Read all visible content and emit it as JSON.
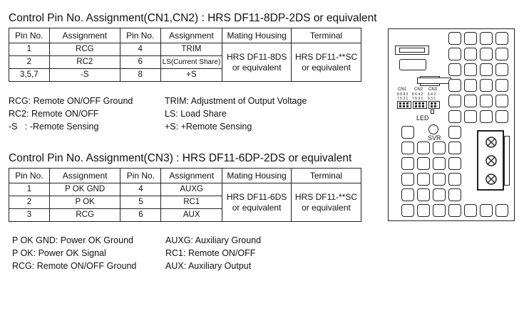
{
  "section1": {
    "title": "Control Pin No. Assignment(CN1,CN2) : HRS DF11-8DP-2DS or equivalent",
    "headers": [
      "Pin No.",
      "Assignment",
      "Pin No.",
      "Assignment",
      "Mating Housing",
      "Terminal"
    ],
    "rows": [
      [
        "1",
        "RCG",
        "4",
        "TRIM"
      ],
      [
        "2",
        "RC2",
        "6",
        "LS(Current Share)"
      ],
      [
        "3,5,7",
        "-S",
        "8",
        "+S"
      ]
    ],
    "housing": [
      "HRS DF11-8DS",
      "or equivalent"
    ],
    "terminal": [
      "HRS DF11-**SC",
      "or equivalent"
    ],
    "notes_left": [
      "RCG: Remote ON/OFF Ground",
      "RC2: Remote ON/OFF",
      "-S   : -Remote Sensing"
    ],
    "notes_right": [
      "TRIM: Adjustment of Output  Voltage",
      "LS: Load Share",
      "+S: +Remote Sensing"
    ]
  },
  "section2": {
    "title": "Control Pin No. Assignment(CN3) : HRS DF11-6DP-2DS or equivalent",
    "headers": [
      "Pin No.",
      "Assignment",
      "Pin No.",
      "Assignment",
      "Mating Housing",
      "Terminal"
    ],
    "rows": [
      [
        "1",
        "P OK GND",
        "4",
        "AUXG"
      ],
      [
        "2",
        "P OK",
        "5",
        "RC1"
      ],
      [
        "3",
        "RCG",
        "6",
        "AUX"
      ]
    ],
    "housing": [
      "HRS DF11-6DS",
      "or equivalent"
    ],
    "terminal": [
      "HRS DF11-**SC",
      "or equivalent"
    ],
    "notes_left": [
      "P OK GND: Power OK Ground",
      "P OK: Power OK Signal",
      "RCG: Remote ON/OFF Ground"
    ],
    "notes_right": [
      "AUXG: Auxiliary Ground",
      "RC1: Remote ON/OFF",
      "AUX: Auxiliary Output"
    ]
  },
  "board": {
    "cn1": "CN1",
    "cn2": "CN2",
    "cn3": "CN3",
    "cn1_top": "8 6 4 2",
    "cn1_bottom": "7 5 3 1",
    "cn2_top": "8 6 4 2",
    "cn2_bottom": "7 5 3 1",
    "cn3_top": "6 4 2",
    "cn3_bottom": "5 3 1",
    "led": "LED",
    "svr": "SVR"
  }
}
